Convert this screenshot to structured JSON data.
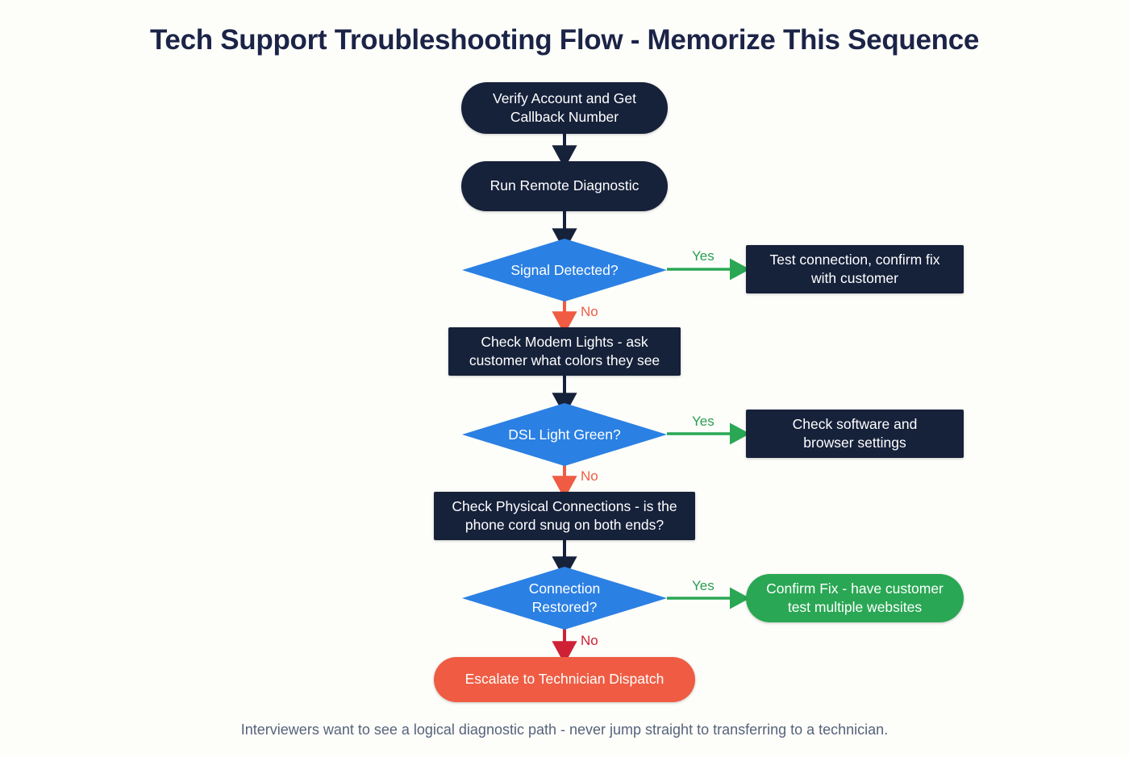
{
  "title": "Tech Support Troubleshooting Flow - Memorize This Sequence",
  "caption": "Interviewers want to see a logical diagnostic path - never jump straight to transferring to a technician.",
  "colors": {
    "background": "#fdfdfa",
    "title_text": "#1b2447",
    "caption_text": "#56637a",
    "node_navy": "#16213a",
    "decision_blue": "#2b80e3",
    "success_green": "#2aa754",
    "escalate_orange": "#ef5c43",
    "arrow_yes": "#2aa754",
    "arrow_no_orange": "#ef5c43",
    "arrow_no_red": "#cf2136",
    "arrow_default": "#16213a"
  },
  "chart_data": {
    "type": "diagram",
    "diagram_type": "flowchart",
    "direction": "top-to-bottom",
    "title": "Tech Support Troubleshooting Flow - Memorize This Sequence",
    "nodes": [
      {
        "id": "n1",
        "label": "Verify Account and Get\nCallback Number",
        "shape": "pill",
        "fill": "#16213a"
      },
      {
        "id": "n2",
        "label": "Run Remote Diagnostic",
        "shape": "pill",
        "fill": "#16213a"
      },
      {
        "id": "d1",
        "label": "Signal Detected?",
        "shape": "diamond",
        "fill": "#2b80e3"
      },
      {
        "id": "y1",
        "label": "Test connection, confirm fix\nwith customer",
        "shape": "rect",
        "fill": "#16213a"
      },
      {
        "id": "n3",
        "label": "Check Modem Lights - ask\ncustomer what colors they see",
        "shape": "rect",
        "fill": "#16213a"
      },
      {
        "id": "d2",
        "label": "DSL Light Green?",
        "shape": "diamond",
        "fill": "#2b80e3"
      },
      {
        "id": "y2",
        "label": "Check software and\nbrowser settings",
        "shape": "rect",
        "fill": "#16213a"
      },
      {
        "id": "n4",
        "label": "Check Physical Connections - is the\nphone cord snug on both ends?",
        "shape": "rect",
        "fill": "#16213a"
      },
      {
        "id": "d3",
        "label": "Connection\nRestored?",
        "shape": "diamond",
        "fill": "#2b80e3"
      },
      {
        "id": "y3",
        "label": "Confirm Fix - have customer\ntest multiple websites",
        "shape": "pill",
        "fill": "#2aa754"
      },
      {
        "id": "n5",
        "label": "Escalate to Technician Dispatch",
        "shape": "pill",
        "fill": "#ef5c43"
      }
    ],
    "edges": [
      {
        "from": "n1",
        "to": "n2",
        "label": "",
        "color": "#16213a"
      },
      {
        "from": "n2",
        "to": "d1",
        "label": "",
        "color": "#16213a"
      },
      {
        "from": "d1",
        "to": "y1",
        "label": "Yes",
        "color": "#2aa754"
      },
      {
        "from": "d1",
        "to": "n3",
        "label": "No",
        "color": "#ef5c43"
      },
      {
        "from": "n3",
        "to": "d2",
        "label": "",
        "color": "#16213a"
      },
      {
        "from": "d2",
        "to": "y2",
        "label": "Yes",
        "color": "#2aa754"
      },
      {
        "from": "d2",
        "to": "n4",
        "label": "No",
        "color": "#ef5c43"
      },
      {
        "from": "n4",
        "to": "d3",
        "label": "",
        "color": "#16213a"
      },
      {
        "from": "d3",
        "to": "y3",
        "label": "Yes",
        "color": "#2aa754"
      },
      {
        "from": "d3",
        "to": "n5",
        "label": "No",
        "color": "#cf2136"
      }
    ]
  },
  "nodes": {
    "n1": {
      "label": "Verify Account and Get\nCallback Number"
    },
    "n2": {
      "label": "Run Remote Diagnostic"
    },
    "d1": {
      "label": "Signal Detected?"
    },
    "y1": {
      "label": "Test connection, confirm fix\nwith customer"
    },
    "n3": {
      "label": "Check Modem Lights - ask\ncustomer what colors they see"
    },
    "d2": {
      "label": "DSL Light Green?"
    },
    "y2": {
      "label": "Check software and\nbrowser settings"
    },
    "n4": {
      "label": "Check Physical Connections - is the\nphone cord snug on both ends?"
    },
    "d3": {
      "label": "Connection\nRestored?"
    },
    "y3": {
      "label": "Confirm Fix - have customer\ntest multiple websites"
    },
    "n5": {
      "label": "Escalate to Technician Dispatch"
    }
  },
  "edge_labels": {
    "yes1": "Yes",
    "no1": "No",
    "yes2": "Yes",
    "no2": "No",
    "yes3": "Yes",
    "no3": "No"
  }
}
